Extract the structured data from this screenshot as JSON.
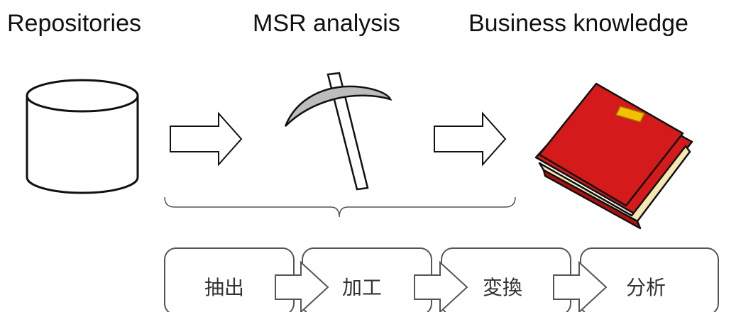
{
  "headings": {
    "repositories": "Repositories",
    "msr_analysis": "MSR analysis",
    "business_knowledge": "Business knowledge"
  },
  "steps": [
    {
      "label": "抽出"
    },
    {
      "label": "加工"
    },
    {
      "label": "変換"
    },
    {
      "label": "分析"
    }
  ],
  "colors": {
    "book_cover": "#d41a1a",
    "book_pages": "#f5e8b0",
    "book_tag": "#f2c200",
    "pickaxe_head": "#bdbdbd"
  }
}
